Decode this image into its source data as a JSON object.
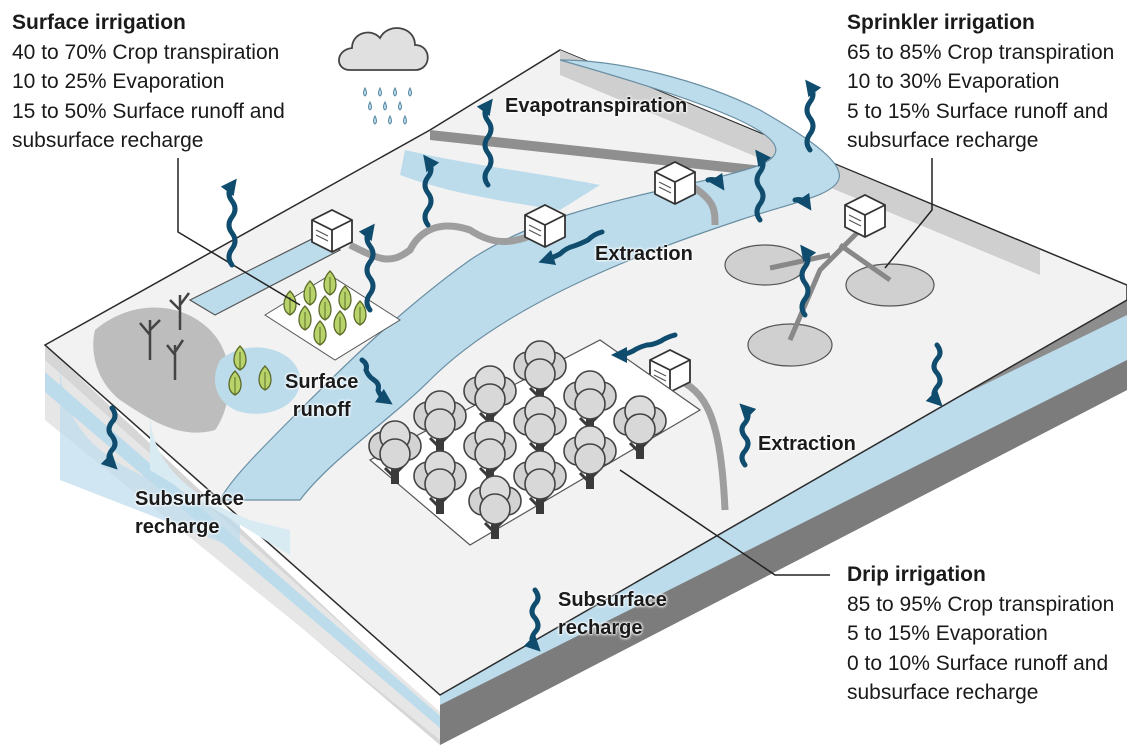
{
  "panels": {
    "surface": {
      "title": "Surface irrigation",
      "lines": [
        "40 to 70% Crop transpiration",
        "10 to 25% Evaporation",
        "15 to 50% Surface runoff and",
        "subsurface recharge"
      ]
    },
    "sprinkler": {
      "title": "Sprinkler irrigation",
      "lines": [
        "65 to 85% Crop transpiration",
        "10 to 30% Evaporation",
        "5 to 15% Surface runoff and",
        "subsurface recharge"
      ]
    },
    "drip": {
      "title": "Drip irrigation",
      "lines": [
        "85 to 95% Crop transpiration",
        "5 to 15% Evaporation",
        "0 to 10% Surface runoff and",
        "subsurface recharge"
      ]
    }
  },
  "labels": {
    "evapotranspiration": "Evapotranspiration",
    "extraction_top": "Extraction",
    "extraction_right": "Extraction",
    "surface_runoff_line1": "Surface",
    "surface_runoff_line2": "runoff",
    "recharge_left_line1": "Subsurface",
    "recharge_left_line2": "recharge",
    "recharge_bottom_line1": "Subsurface",
    "recharge_bottom_line2": "recharge"
  },
  "colors": {
    "water": "#bcdcec",
    "water_dark": "#9cc8df",
    "arrow": "#0f4c6e",
    "ground_top": "#f2f2f2",
    "side_light": "#d4d4d4",
    "side_dark": "#8f8f8f",
    "foliage": "#b9d36b"
  },
  "icons": [
    "rain-cloud-icon",
    "pump-house-icon",
    "tree-icon",
    "crop-plant-icon",
    "bare-tree-icon"
  ]
}
